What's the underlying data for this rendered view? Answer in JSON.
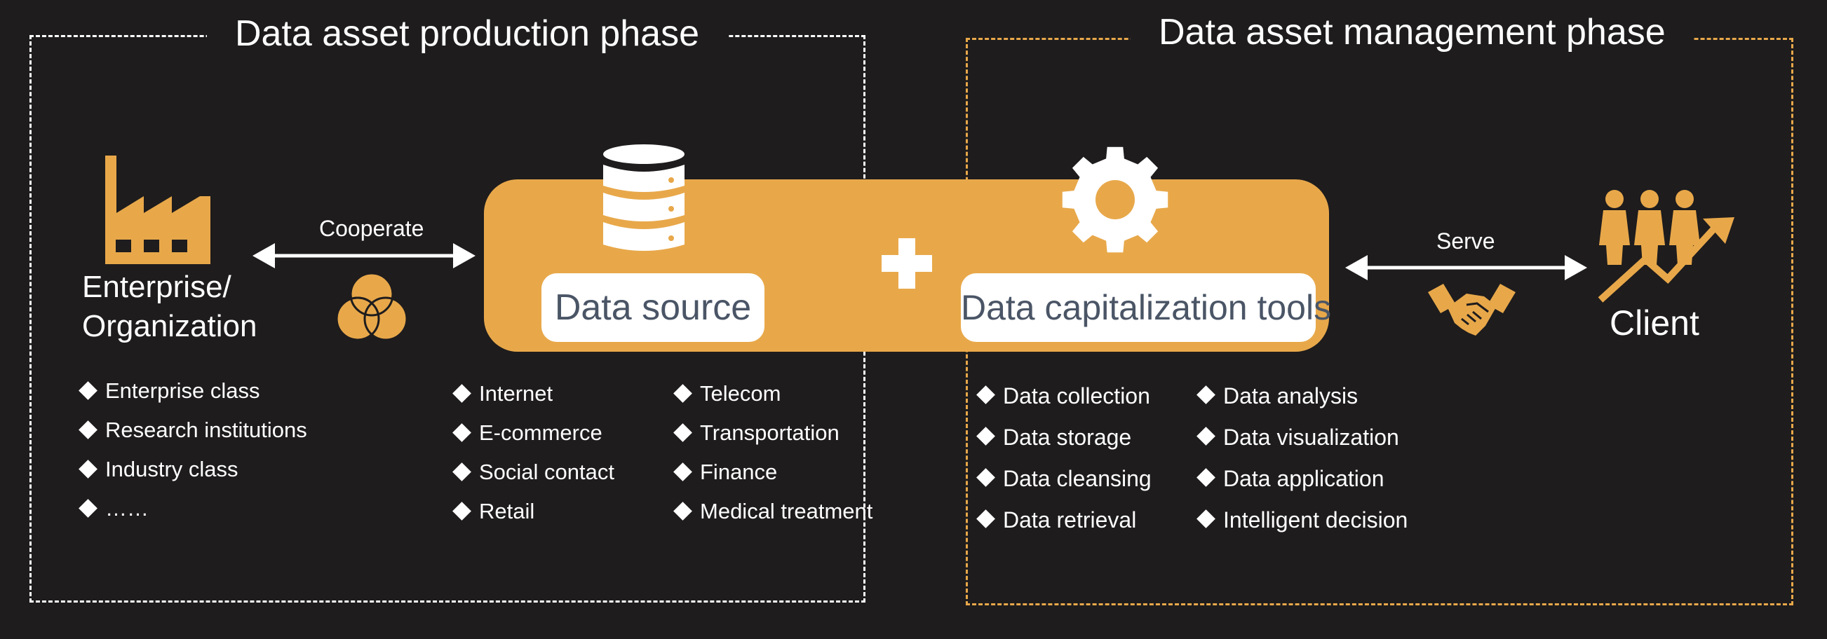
{
  "production_phase": {
    "title": "Data asset production phase",
    "enterprise_label": "Enterprise/\nOrganization",
    "cooperate_label": "Cooperate",
    "enterprise_items": [
      "Enterprise class",
      "Research institutions",
      "Industry class",
      "……"
    ],
    "source_items_col1": [
      "Internet",
      "E-commerce",
      "Social contact",
      "Retail"
    ],
    "source_items_col2": [
      "Telecom",
      "Transportation",
      "Finance",
      "Medical treatment"
    ]
  },
  "management_phase": {
    "title": "Data asset management phase",
    "serve_label": "Serve",
    "client_label": "Client",
    "tool_items_col1": [
      "Data collection",
      "Data storage",
      "Data cleansing",
      "Data retrieval"
    ],
    "tool_items_col2": [
      "Data analysis",
      "Data visualization",
      "Data application",
      "Intelligent decision"
    ]
  },
  "center": {
    "data_source_label": "Data source",
    "tools_label": "Data capitalization tools",
    "plus_symbol": "+"
  },
  "colors": {
    "accent": "#e8a84a",
    "background": "#1e1c1d",
    "pill_text": "#4a5566",
    "line": "#ffffff"
  },
  "icons": [
    "factory-icon",
    "venn-circles-icon",
    "database-icon",
    "gear-icon",
    "handshake-icon",
    "people-growth-icon"
  ]
}
